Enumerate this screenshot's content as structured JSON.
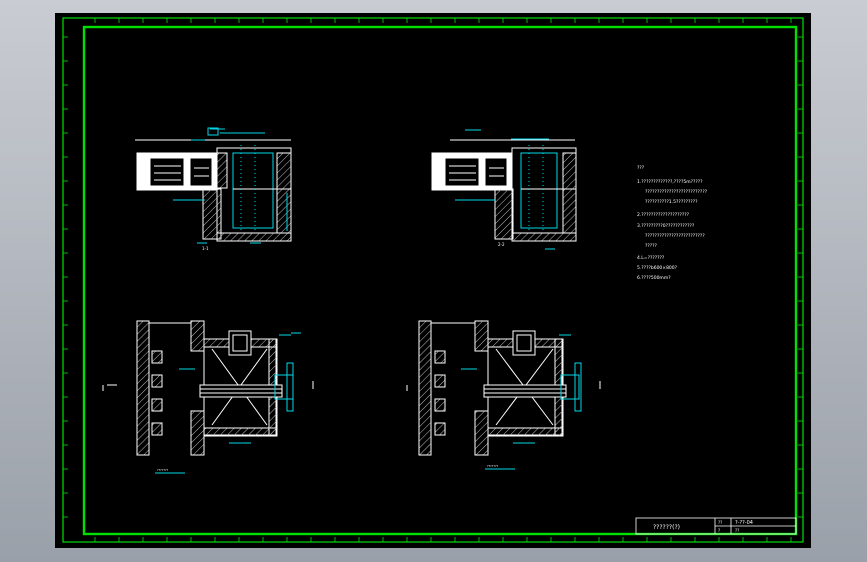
{
  "drawing": {
    "notes_heading": "???",
    "notes": [
      "1.?????????????,????5m?????",
      "??????????????????????????",
      "??????????1.5?????????",
      "2.????????????????????",
      "3.?????????0????????????",
      "?????????????????????????",
      "?????",
      "4.L=???????",
      "5.????b600×800?",
      "6.????500mm?"
    ],
    "section_labels": [
      "1-1",
      "2-2"
    ],
    "plan_captions": [
      "???????",
      "???????"
    ],
    "title_block": {
      "drawing_name": "??????(?)",
      "sheet_label": "??",
      "sheet_no": "?-??-04",
      "scale_label": "?",
      "scale_value": "??"
    }
  },
  "colors": {
    "frame": "#00e000",
    "lines": "#ffffff",
    "dims": "#00d7e8",
    "hatch": "#c8c8c8",
    "text_light": "#ffffff"
  }
}
